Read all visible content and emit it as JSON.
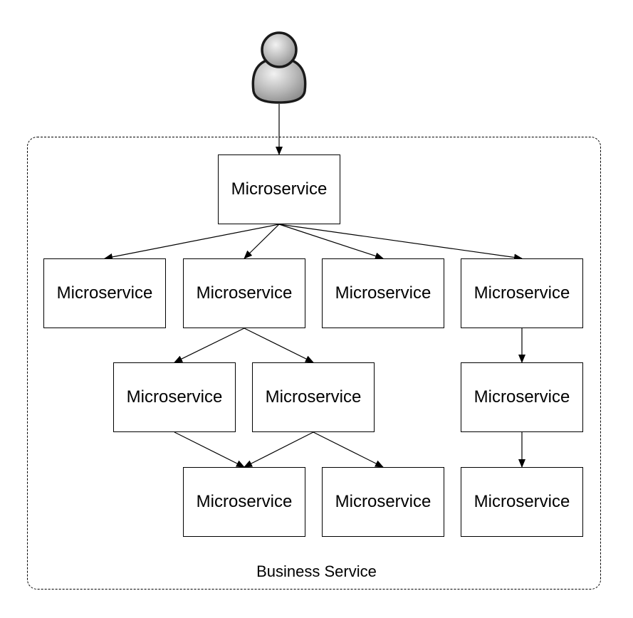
{
  "container": {
    "label": "Business Service"
  },
  "nodes": [
    {
      "id": "root",
      "label": "Microservice"
    },
    {
      "id": "l1a",
      "label": "Microservice"
    },
    {
      "id": "l1b",
      "label": "Microservice"
    },
    {
      "id": "l1c",
      "label": "Microservice"
    },
    {
      "id": "l1d",
      "label": "Microservice"
    },
    {
      "id": "l2a",
      "label": "Microservice"
    },
    {
      "id": "l2b",
      "label": "Microservice"
    },
    {
      "id": "l2c",
      "label": "Microservice"
    },
    {
      "id": "l3a",
      "label": "Microservice"
    },
    {
      "id": "l3b",
      "label": "Microservice"
    },
    {
      "id": "l3c",
      "label": "Microservice"
    }
  ],
  "edges": [
    {
      "from": "user",
      "to": "root"
    },
    {
      "from": "root",
      "to": "l1a"
    },
    {
      "from": "root",
      "to": "l1b"
    },
    {
      "from": "root",
      "to": "l1c"
    },
    {
      "from": "root",
      "to": "l1d"
    },
    {
      "from": "l1b",
      "to": "l2a"
    },
    {
      "from": "l1b",
      "to": "l2b"
    },
    {
      "from": "l1d",
      "to": "l2c"
    },
    {
      "from": "l2a",
      "to": "l3a"
    },
    {
      "from": "l2b",
      "to": "l3a"
    },
    {
      "from": "l2b",
      "to": "l3b"
    },
    {
      "from": "l2c",
      "to": "l3c"
    }
  ],
  "icons": {
    "user": "user-icon"
  }
}
